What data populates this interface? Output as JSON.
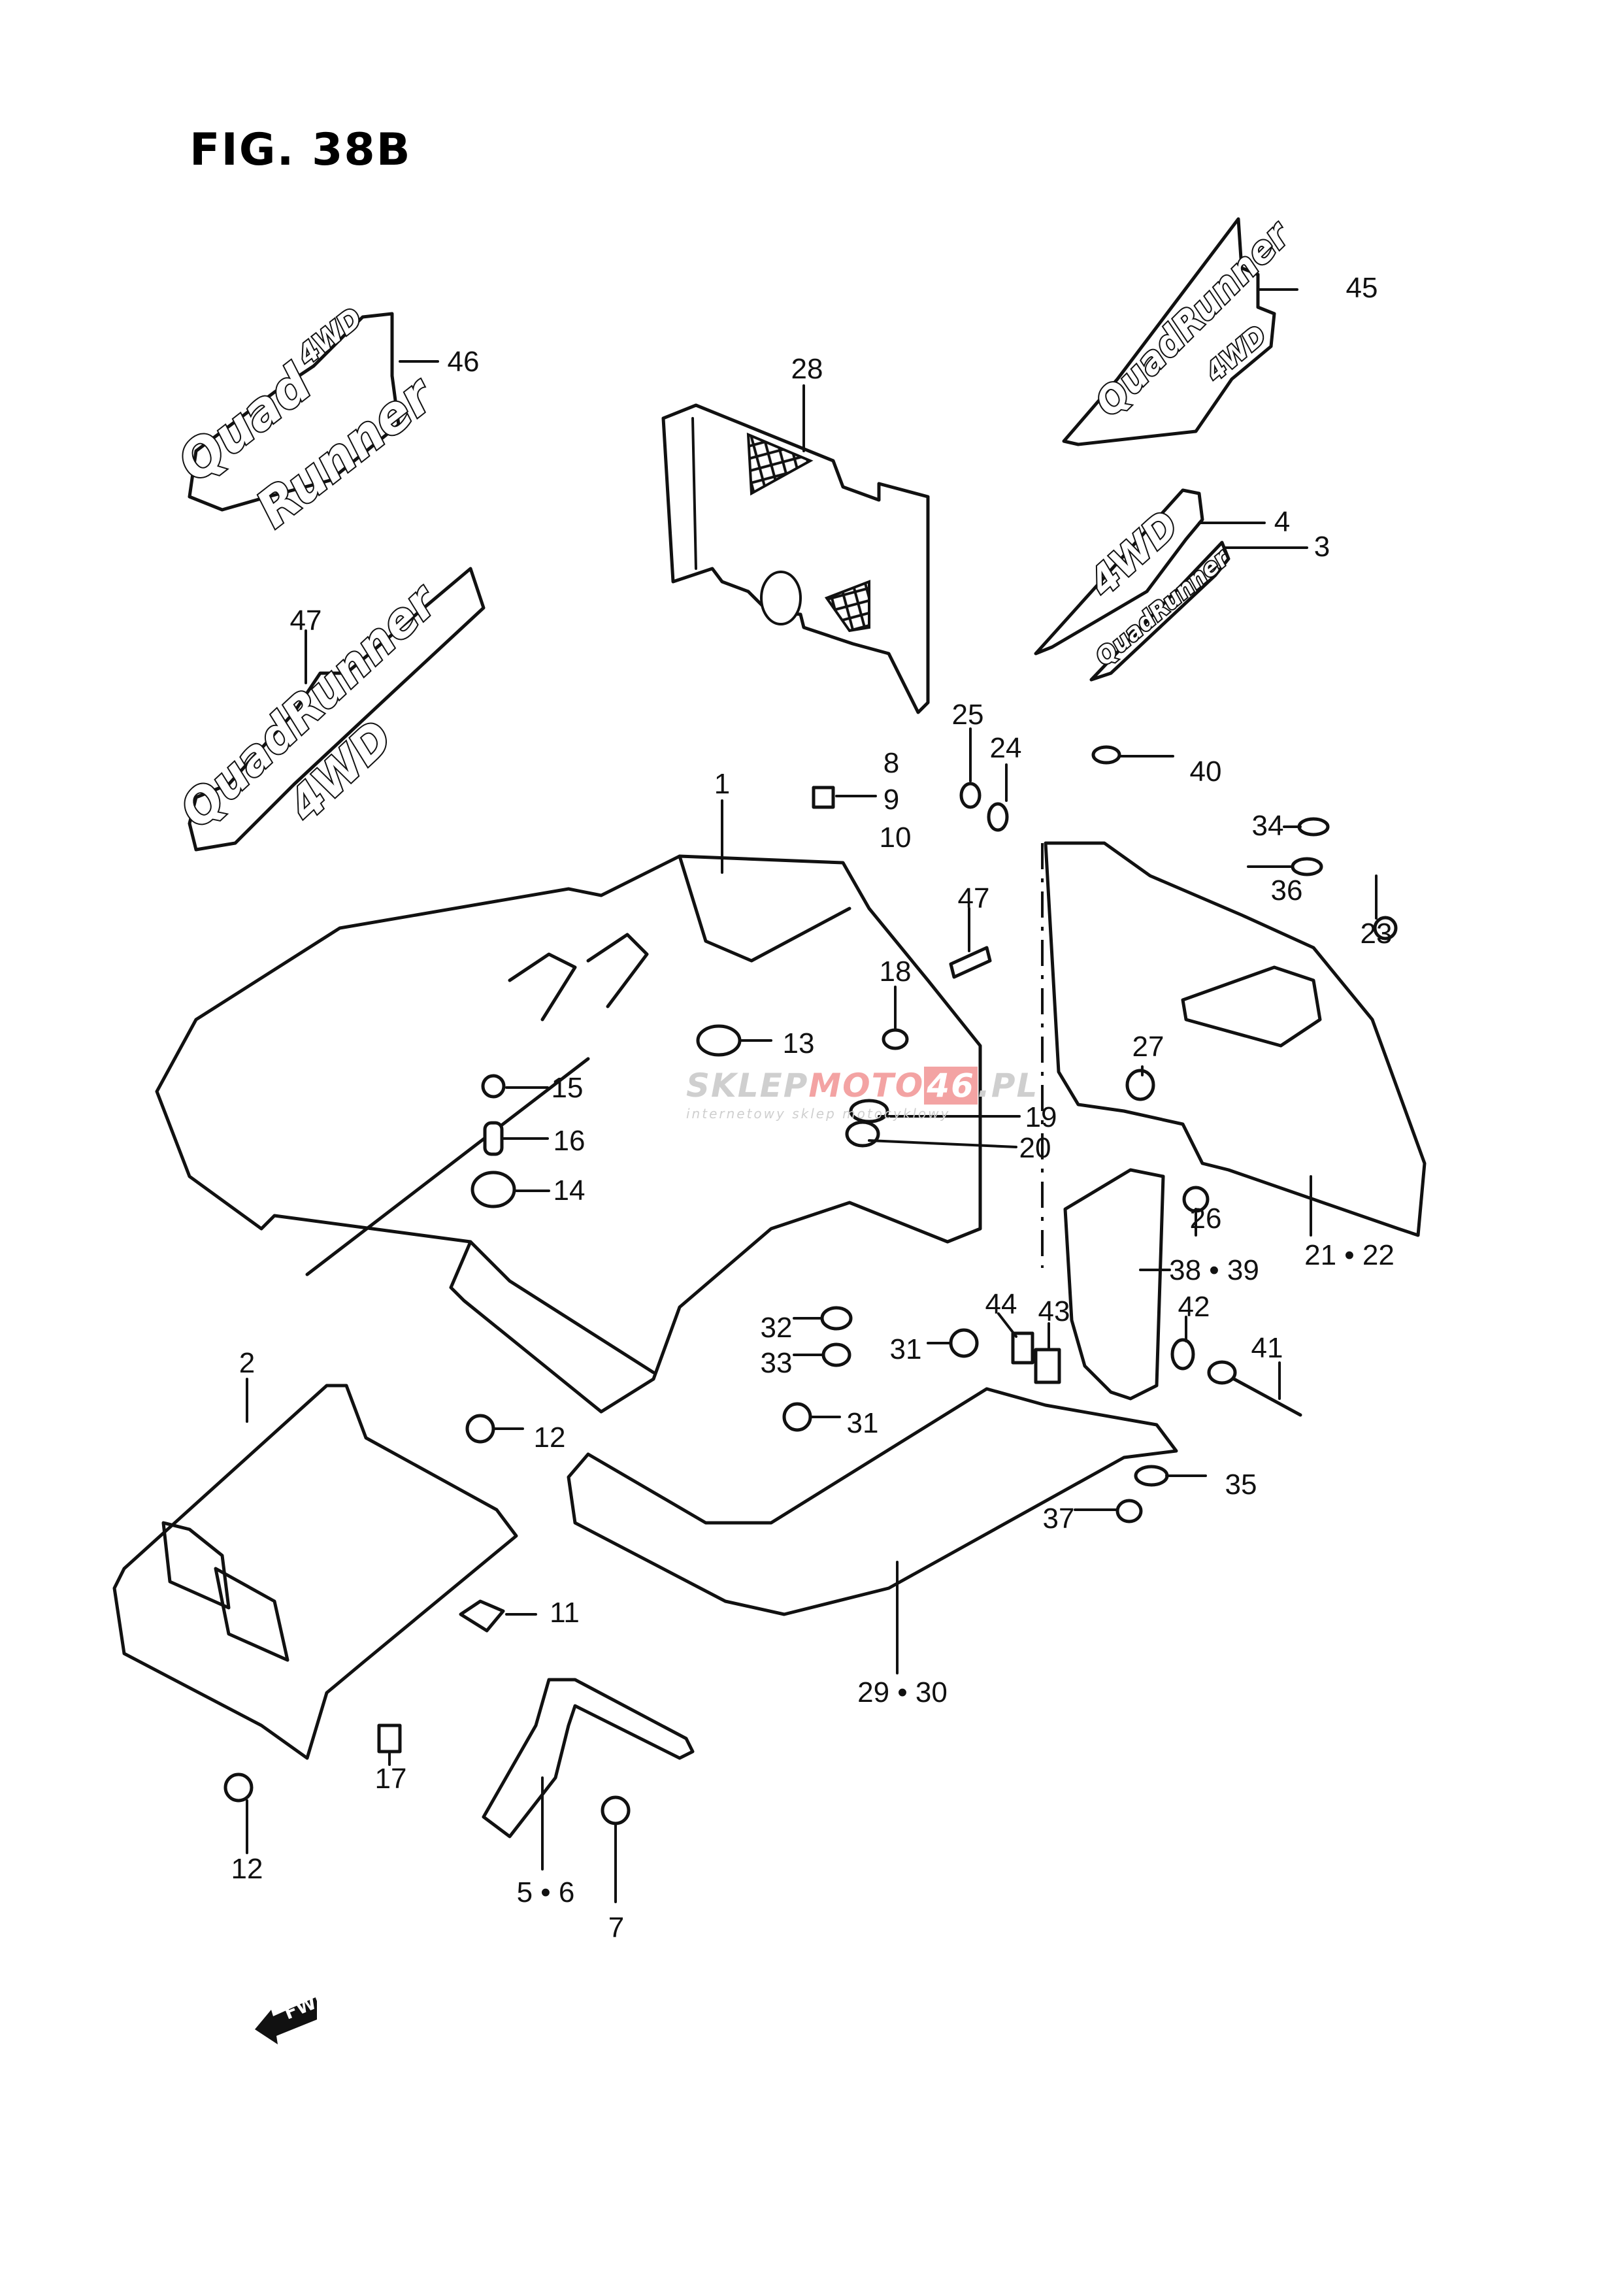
{
  "figure": {
    "title": "FIG. 38B"
  },
  "decals": {
    "d46": {
      "line1": "Quad",
      "line1b": "4WD",
      "line2": "Runner"
    },
    "d47": {
      "line1": "QuadRunner",
      "line2": "4WD"
    },
    "d45": {
      "line1": "QuadRunner",
      "line2": "4WD"
    },
    "d4": {
      "text": "4WD"
    },
    "d3": {
      "text": "QuadRunner"
    }
  },
  "callouts": [
    {
      "id": "c46",
      "text": "46"
    },
    {
      "id": "c28",
      "text": "28"
    },
    {
      "id": "c45",
      "text": "45"
    },
    {
      "id": "c4",
      "text": "4"
    },
    {
      "id": "c3",
      "text": "3"
    },
    {
      "id": "c47a",
      "text": "47"
    },
    {
      "id": "c1",
      "text": "1"
    },
    {
      "id": "c8",
      "text": "8"
    },
    {
      "id": "c9",
      "text": "9"
    },
    {
      "id": "c10",
      "text": "10"
    },
    {
      "id": "c25",
      "text": "25"
    },
    {
      "id": "c24",
      "text": "24"
    },
    {
      "id": "c40",
      "text": "40"
    },
    {
      "id": "c34",
      "text": "34"
    },
    {
      "id": "c36",
      "text": "36"
    },
    {
      "id": "c23",
      "text": "23"
    },
    {
      "id": "c47b",
      "text": "47"
    },
    {
      "id": "c18",
      "text": "18"
    },
    {
      "id": "c13",
      "text": "13"
    },
    {
      "id": "c15",
      "text": "15"
    },
    {
      "id": "c16",
      "text": "16"
    },
    {
      "id": "c14",
      "text": "14"
    },
    {
      "id": "c19",
      "text": "19"
    },
    {
      "id": "c20",
      "text": "20"
    },
    {
      "id": "c27",
      "text": "27"
    },
    {
      "id": "c26",
      "text": "26"
    },
    {
      "id": "c21_22",
      "text": "21 • 22"
    },
    {
      "id": "c38_39",
      "text": "38 • 39"
    },
    {
      "id": "c42",
      "text": "42"
    },
    {
      "id": "c41",
      "text": "41"
    },
    {
      "id": "c44",
      "text": "44"
    },
    {
      "id": "c43",
      "text": "43"
    },
    {
      "id": "c32",
      "text": "32"
    },
    {
      "id": "c33",
      "text": "33"
    },
    {
      "id": "c31a",
      "text": "31"
    },
    {
      "id": "c31b",
      "text": "31"
    },
    {
      "id": "c2",
      "text": "2"
    },
    {
      "id": "c12a",
      "text": "12"
    },
    {
      "id": "c35",
      "text": "35"
    },
    {
      "id": "c37",
      "text": "37"
    },
    {
      "id": "c11",
      "text": "11"
    },
    {
      "id": "c29_30",
      "text": "29 • 30"
    },
    {
      "id": "c17",
      "text": "17"
    },
    {
      "id": "c12b",
      "text": "12"
    },
    {
      "id": "c5_6",
      "text": "5 • 6"
    },
    {
      "id": "c7",
      "text": "7"
    }
  ],
  "direction_marker": {
    "text": "FWD"
  },
  "watermark": {
    "brand_part1": "SKLEP",
    "brand_part2": "MOTO",
    "brand_number": "46",
    "brand_tld": ".PL",
    "tagline": "internetowy sklep motocyklowy",
    "colors": {
      "gray": "#cfcfcf",
      "red": "#f3a3a3"
    }
  }
}
